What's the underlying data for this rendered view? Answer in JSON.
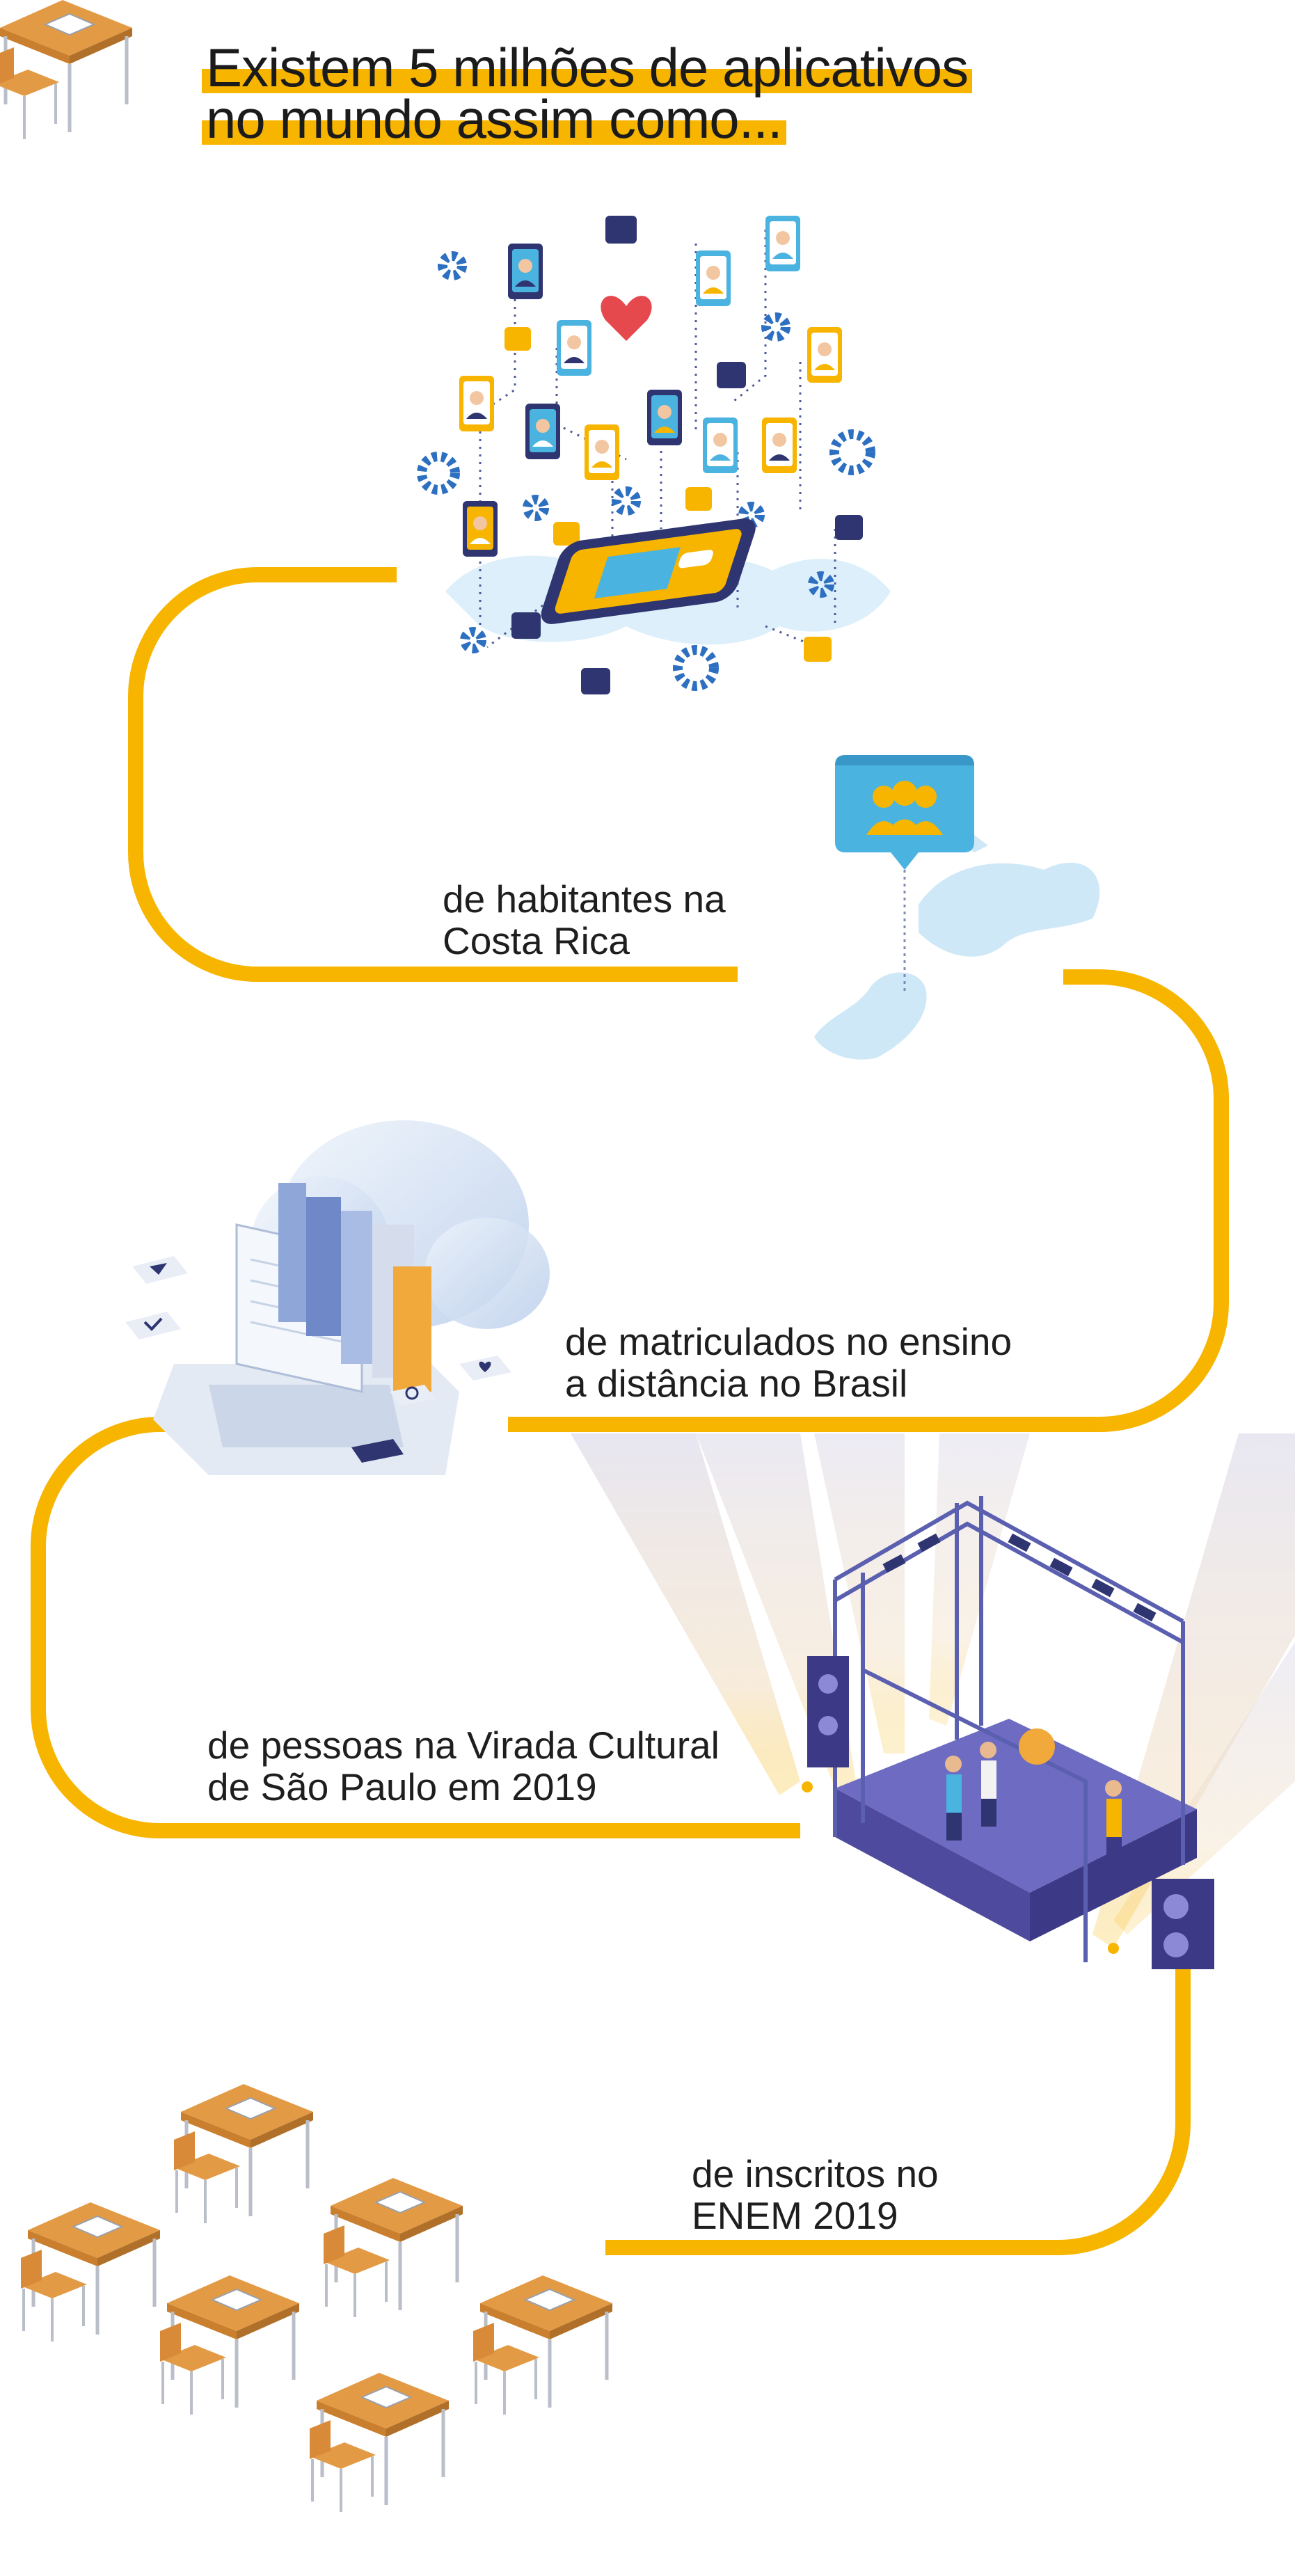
{
  "title": {
    "line1": "Existem 5 milhões de aplicativos",
    "line2": "no mundo assim como..."
  },
  "facts": [
    {
      "line1": "de habitantes na",
      "line2": "Costa Rica"
    },
    {
      "line1": "de matriculados no ensino",
      "line2": "a distância no Brasil"
    },
    {
      "line1": "de pessoas na Virada Cultural",
      "line2": "de São Paulo em 2019"
    },
    {
      "line1": "de inscritos no",
      "line2": "ENEM 2019"
    }
  ],
  "colors": {
    "accent": "#F7B500",
    "navy": "#2E3570",
    "cyan": "#4BB3E0",
    "light_blue": "#CFE8F7",
    "orange_wood": "#E39A45",
    "purple_stage": "#6E6CC2"
  },
  "icons": [
    "app-network-illustration",
    "world-map-group-pin-illustration",
    "laptop-cloud-books-illustration",
    "concert-stage-illustration",
    "school-desks-illustration"
  ]
}
